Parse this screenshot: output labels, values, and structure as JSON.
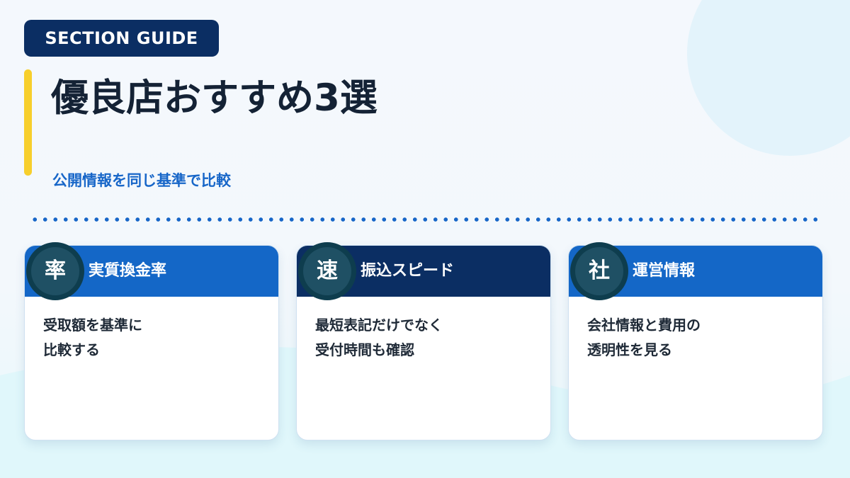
{
  "header": {
    "badge_label": "SECTION GUIDE",
    "title": "優良店おすすめ3選",
    "subtitle": "公開情報を同じ基準で比較"
  },
  "colors": {
    "navy": "#0b2e63",
    "blue": "#1467c7",
    "accent_yellow": "#f7cf2c",
    "icon_teal": "#0e3d4e",
    "subtitle_blue": "#1766c8"
  },
  "cards": [
    {
      "icon_char": "率",
      "heading": "実質換金率",
      "body_lines": [
        "受取額を基準に",
        "比較する"
      ],
      "header_color": "blue"
    },
    {
      "icon_char": "速",
      "heading": "振込スピード",
      "body_lines": [
        "最短表記だけでなく",
        "受付時間も確認"
      ],
      "header_color": "navy"
    },
    {
      "icon_char": "社",
      "heading": "運営情報",
      "body_lines": [
        "会社情報と費用の",
        "透明性を見る"
      ],
      "header_color": "blue"
    }
  ]
}
